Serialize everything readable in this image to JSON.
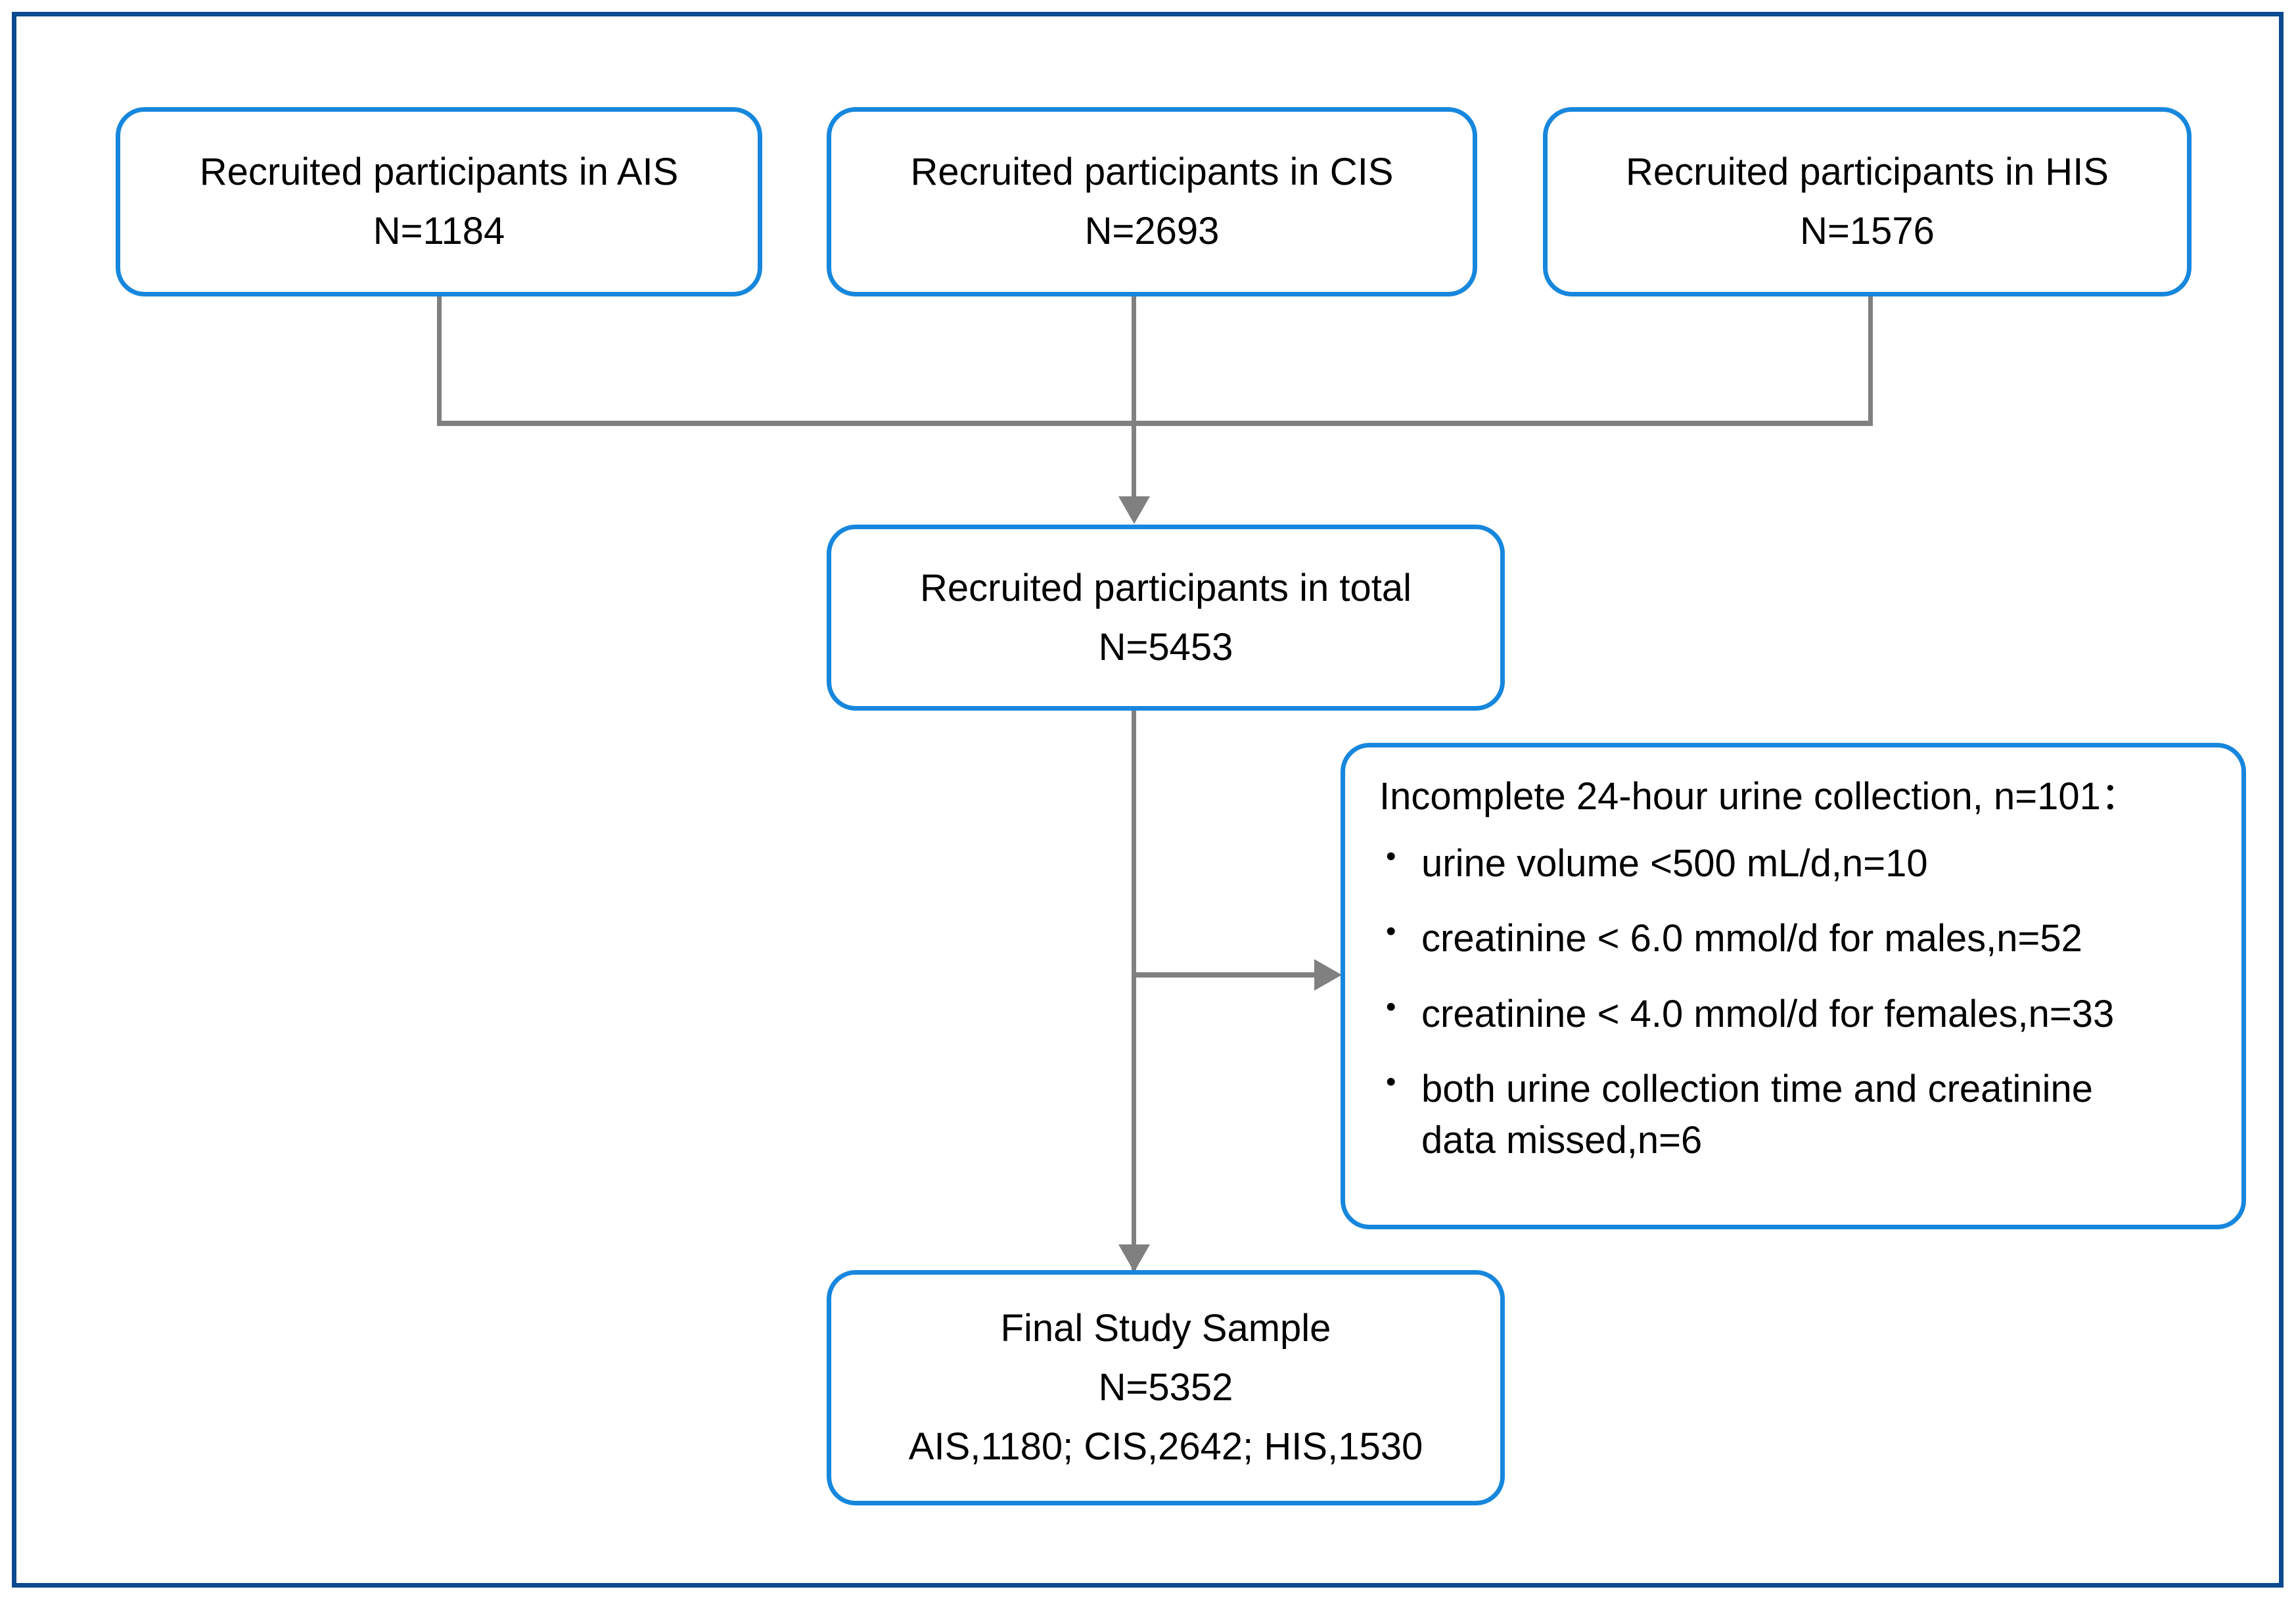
{
  "figure": {
    "type": "flowchart",
    "title": "Participant recruitment and exclusion flow diagram",
    "colors": {
      "outer_frame": "#0D4A8F",
      "node_border": "#1787DD",
      "connector": "#808080",
      "text": "#000000",
      "background": "#FFFFFF"
    }
  },
  "nodes": {
    "ais": {
      "label": "Recruited  participants in AIS",
      "count_label": "N=1184",
      "count": 1184
    },
    "cis": {
      "label": "Recruited  participants in CIS",
      "count_label": "N=2693",
      "count": 2693
    },
    "his": {
      "label": "Recruited  participants in HIS",
      "count_label": "N=1576",
      "count": 1576
    },
    "total": {
      "label": "Recruited  participants in total",
      "count_label": "N=5453",
      "count": 5453
    },
    "exclusion": {
      "title": "Incomplete 24-hour urine collection, n=101：",
      "total_excluded": 101,
      "bullet_glyph": "•",
      "items": [
        {
          "text": "urine volume <500 mL/d,n=10",
          "n": 10
        },
        {
          "text": "creatinine < 6.0 mmol/d for males,n=52",
          "n": 52
        },
        {
          "text": "creatinine < 4.0 mmol/d for females,n=33",
          "n": 33
        },
        {
          "text": "both urine collection time and creatinine",
          "text2": "data missed,n=6",
          "n": 6
        }
      ]
    },
    "final": {
      "label": "Final Study Sample",
      "count_label": "N=5352",
      "count": 5352,
      "breakdown_label": "AIS,1180; CIS,2642; HIS,1530",
      "breakdown": {
        "AIS": 1180,
        "CIS": 2642,
        "HIS": 1530
      }
    }
  },
  "edges": [
    {
      "from": "ais",
      "to": "total",
      "style": "elbow"
    },
    {
      "from": "cis",
      "to": "total",
      "style": "straight-arrow"
    },
    {
      "from": "his",
      "to": "total",
      "style": "elbow"
    },
    {
      "from": "total",
      "to": "exclusion",
      "style": "branch-arrow-right"
    },
    {
      "from": "total",
      "to": "final",
      "style": "straight-arrow"
    }
  ]
}
